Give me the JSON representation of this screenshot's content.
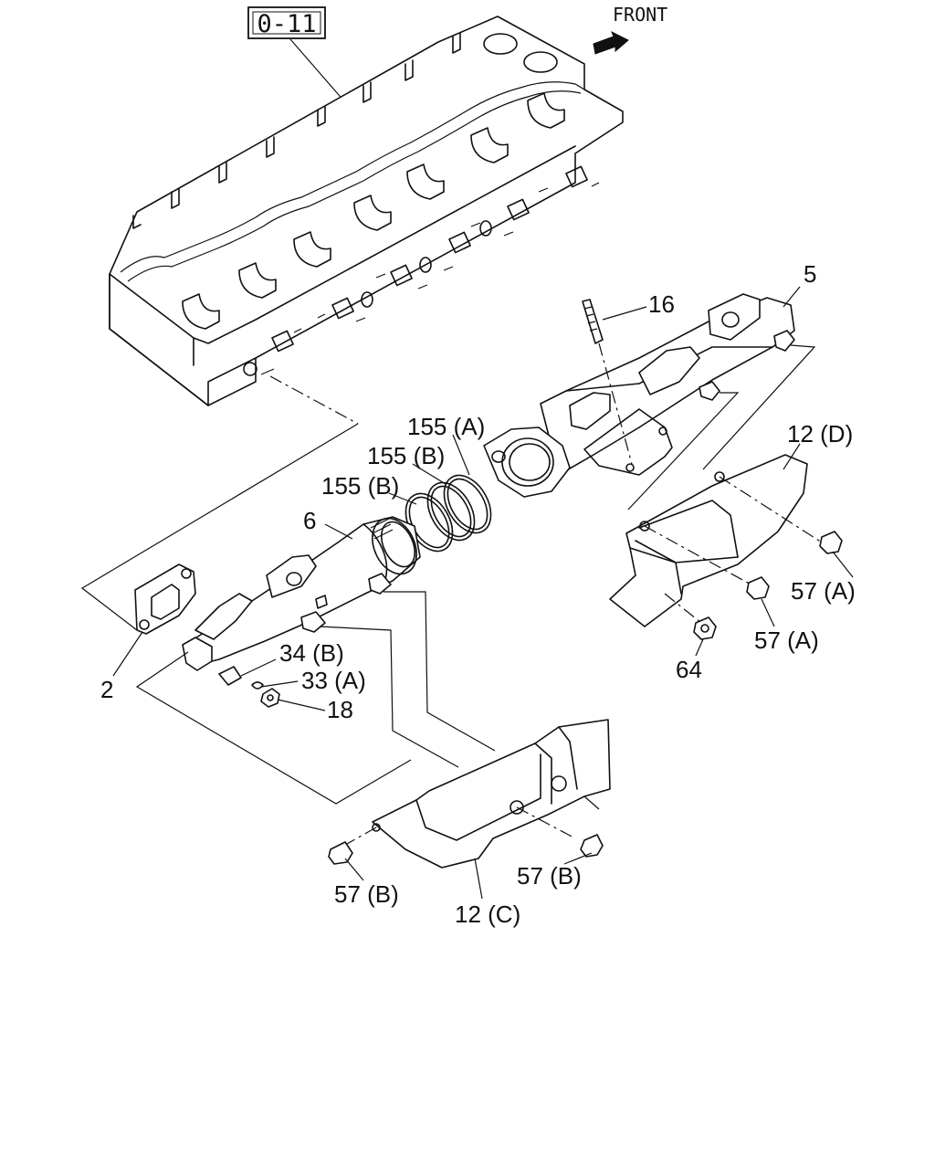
{
  "reference_box": "0-11",
  "front_label": "FRONT",
  "callouts": {
    "c5": "5",
    "c16": "16",
    "c155a": "155 (A)",
    "c155b1": "155 (B)",
    "c155b2": "155 (B)",
    "c6": "6",
    "c12d": "12 (D)",
    "c57a1": "57 (A)",
    "c57a2": "57 (A)",
    "c64": "64",
    "c2": "2",
    "c34b": "34 (B)",
    "c33a": "33 (A)",
    "c18": "18",
    "c57b1": "57 (B)",
    "c57b2": "57 (B)",
    "c12c": "12 (C)"
  },
  "icons": {
    "front_arrow": "arrow-right-icon"
  }
}
